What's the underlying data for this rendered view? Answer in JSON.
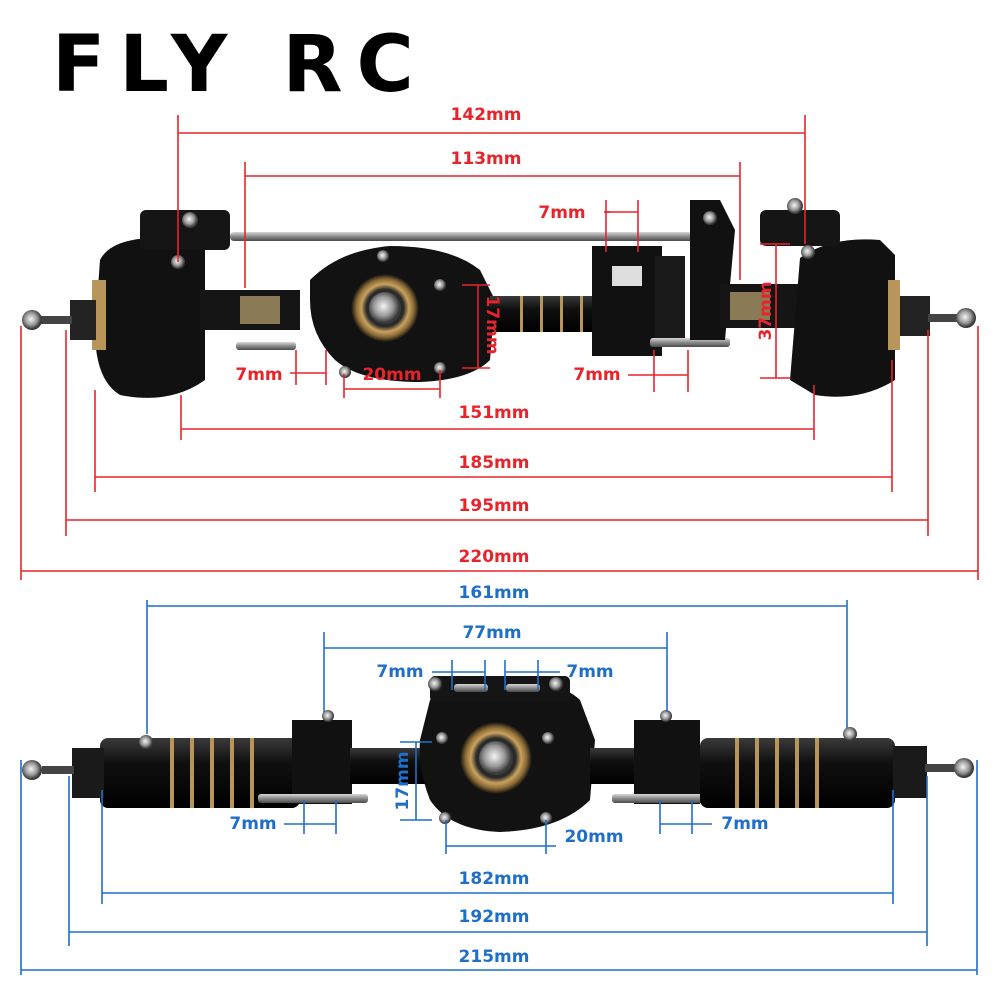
{
  "brand": {
    "logo_text": "FLY RC"
  },
  "colors": {
    "front_dimension": "#e8242b",
    "rear_dimension": "#1f6fc9",
    "part_black": "#111111",
    "brass": "#b8955a"
  },
  "front_axle": {
    "labels": {
      "width_142": "142mm",
      "width_113": "113mm",
      "link_top_7": "7mm",
      "height_17": "17mm",
      "height_37": "37mm",
      "link_left_7": "7mm",
      "diff_20": "20mm",
      "link_right_7": "7mm",
      "width_151": "151mm",
      "width_185": "185mm",
      "width_195": "195mm",
      "width_220": "220mm"
    }
  },
  "rear_axle": {
    "labels": {
      "width_161": "161mm",
      "width_77": "77mm",
      "link_top_left_7": "7mm",
      "link_top_right_7": "7mm",
      "height_17": "17mm",
      "link_left_7": "7mm",
      "diff_20": "20mm",
      "link_right_7": "7mm",
      "width_182": "182mm",
      "width_192": "192mm",
      "width_215": "215mm"
    }
  }
}
